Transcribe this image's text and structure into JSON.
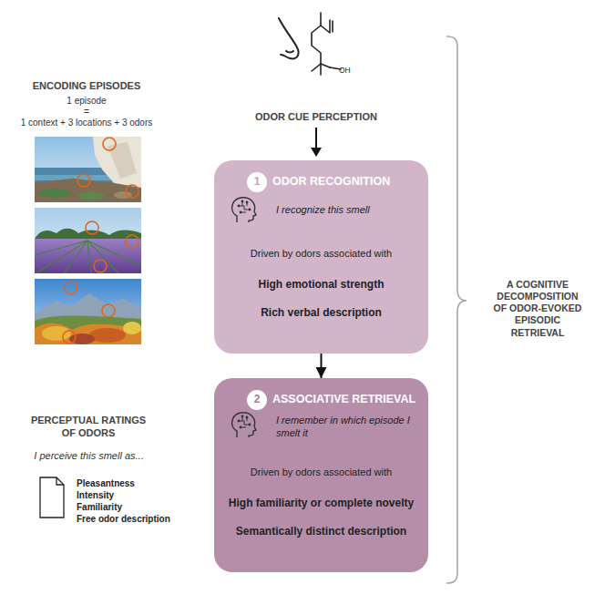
{
  "diagram": {
    "nodes": [
      {
        "text": [
          "ODOR RECOGNITION",
          "I recognize this smell",
          "Driven by odors associated with",
          "High emotional strength",
          "Rich verbal description"
        ]
      },
      {
        "text": [
          "1"
        ],
        "in": 0
      },
      {
        "text": [
          "ASSOCIATIVE RETRIEVAL",
          "I remember in which episode I smelt it",
          "Driven by odors associated with",
          "High familiarity or complete novelty",
          "Semantically distinct description"
        ]
      },
      {
        "text": [
          "2"
        ],
        "in": 2
      }
    ],
    "edges": [
      {
        "from": 0,
        "to": 2,
        "arrow": "to"
      }
    ],
    "labels": [
      "ODOR CUE PERCEPTION",
      "OH",
      "ENCODING EPISODES",
      "1 episode",
      "=",
      "1 context + 3 locations + 3 odors",
      "PERCEPTUAL RATINGS OF ODORS",
      "I perceive this smell as...",
      "Pleasantness",
      "Intensity",
      "Familiarity",
      "Free odor description",
      "A COGNITIVE DECOMPOSITION OF ODOR-EVOKED EPISODIC RETRIEVAL"
    ]
  }
}
